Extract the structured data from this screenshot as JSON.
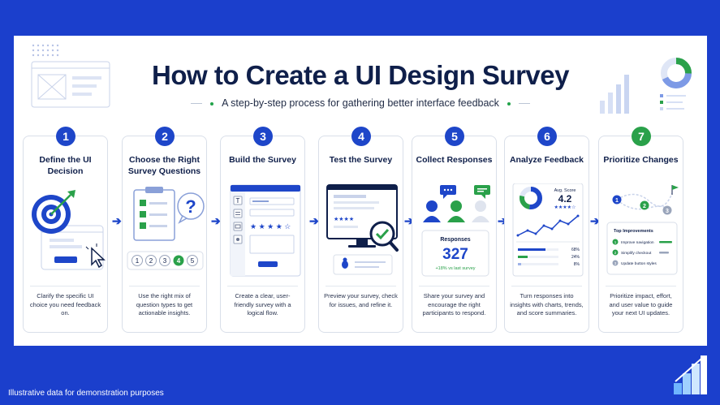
{
  "title": "How to Create a UI Design Survey",
  "subtitle": "A step-by-step process for gathering better interface feedback",
  "footer": "Illustrative data for demonstration purposes",
  "colors": {
    "blue": "#1e46c9",
    "green": "#2aa14a",
    "navy": "#0f1f4a",
    "background": "#1b3fcc"
  },
  "steps": [
    {
      "num": "1",
      "title": "Define the UI Decision",
      "desc": "Clarify the specific UI choice you need feedback on.",
      "icon": "target-icon"
    },
    {
      "num": "2",
      "title": "Choose the Right Survey Questions",
      "desc": "Use the right mix of question types to get actionable insights.",
      "icon": "clipboard-icon",
      "scale": [
        "1",
        "2",
        "3",
        "4",
        "5"
      ],
      "selected": "4",
      "question_mark": "?"
    },
    {
      "num": "3",
      "title": "Build the Survey",
      "desc": "Create a clear, user-friendly survey with a logical flow.",
      "icon": "survey-builder-icon",
      "text_tool": "T"
    },
    {
      "num": "4",
      "title": "Test the Survey",
      "desc": "Preview your survey, check for issues, and refine it.",
      "icon": "magnifier-check-icon"
    },
    {
      "num": "5",
      "title": "Collect Responses",
      "desc": "Share your survey and encourage the right participants to respond.",
      "icon": "users-icon",
      "responses_label": "Responses",
      "responses_value": "327",
      "responses_change": "+18% vs last survey"
    },
    {
      "num": "6",
      "title": "Analyze Feedback",
      "desc": "Turn responses into insights with charts, trends, and score summaries.",
      "icon": "analytics-icon",
      "score_label": "Avg. Score",
      "score_value": "4.2",
      "stars": "★★★★☆",
      "bars": [
        {
          "value": 68,
          "label": "68%"
        },
        {
          "value": 24,
          "label": "24%"
        },
        {
          "value": 8,
          "label": "8%"
        }
      ]
    },
    {
      "num": "7",
      "title": "Prioritize Changes",
      "desc": "Prioritize impact, effort, and user value to guide your next UI updates.",
      "icon": "roadmap-icon",
      "path_nodes": [
        "1",
        "2",
        "3"
      ],
      "list_title": "Top Improvements",
      "items": [
        {
          "n": "1",
          "label": "Improve navigation"
        },
        {
          "n": "2",
          "label": "Simplify checkout"
        },
        {
          "n": "3",
          "label": "Update button styles"
        }
      ]
    }
  ]
}
